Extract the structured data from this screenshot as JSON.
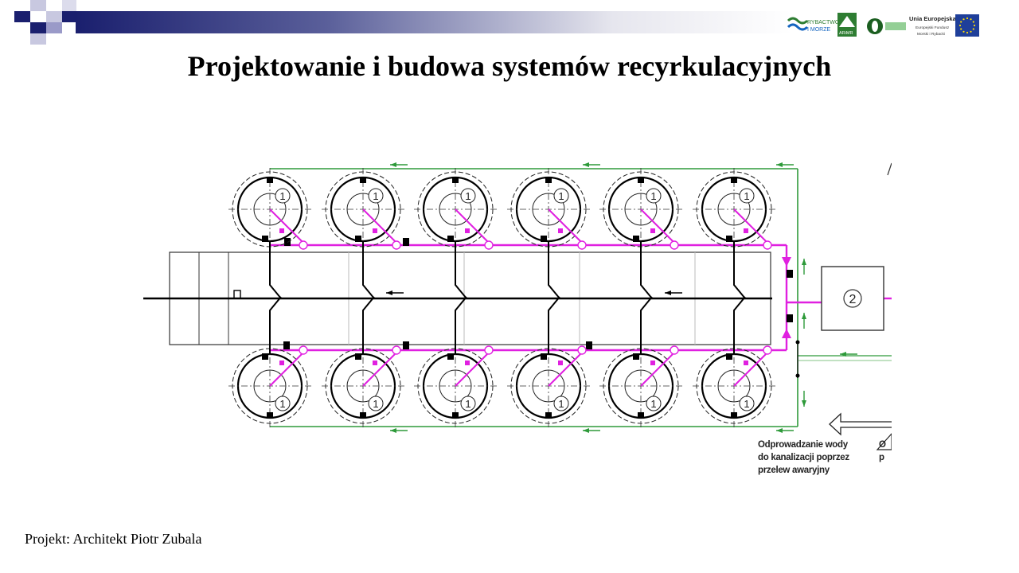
{
  "slide": {
    "title": "Projektowanie i budowa systemów recyrkulacyjnych",
    "credit": "Projekt: Architekt  Piotr Zubala"
  },
  "logos": {
    "rybactwo_line1": "RYBACTWO",
    "rybactwo_line2": "I MORZE",
    "arimr": "ARiMR",
    "eu_title": "Unia Europejska",
    "eu_line1": "Europejski Fundusz",
    "eu_line2": "Morski i Rybacki"
  },
  "diagram": {
    "tank_label": "1",
    "unit_label": "2",
    "note_lines": [
      "Odprowadzanie wody",
      "do kanalizacji poprzez",
      "przelew awaryjny"
    ],
    "note_cut_lines": [
      "O",
      "p"
    ],
    "colors": {
      "drain": "#e020e0",
      "return": "#2e9a3a",
      "main": "#000000"
    }
  }
}
